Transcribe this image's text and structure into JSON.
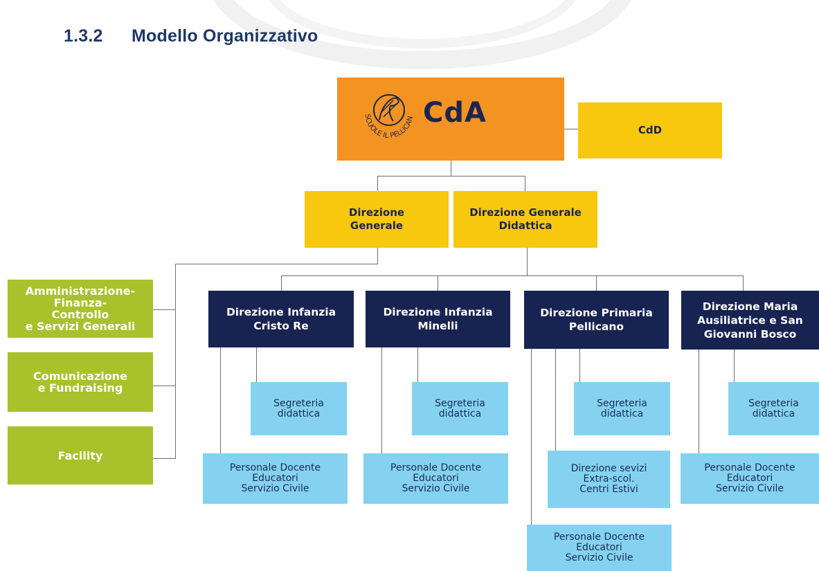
{
  "heading": {
    "number": "1.3.2",
    "title": "Modello Organizzativo"
  },
  "colors": {
    "orange": "#f39322",
    "yellow": "#f8c80f",
    "navy": "#172351",
    "green": "#a9c12b",
    "light_blue": "#84d2f0",
    "heading": "#1f3863"
  },
  "cda": {
    "label": "CdA",
    "logo_text": "SCUOLE IL PELLICANO",
    "logo_icon": "pelican-logo-icon"
  },
  "cdd": "CdD",
  "direzione_generale": "Direzione\nGenerale",
  "direzione_generale_didattica": "Direzione Generale\nDidattica",
  "services": [
    "Amministrazione-\nFinanza-\nControllo\ne Servizi Generali",
    "Comunicazione\ne Fundraising",
    "Facility"
  ],
  "directions": [
    {
      "title": "Direzione Infanzia\nCristo Re",
      "segreteria": "Segreteria\ndidattica",
      "personale": "Personale Docente\nEducatori\nServizio Civile"
    },
    {
      "title": "Direzione Infanzia\nMinelli",
      "segreteria": "Segreteria\ndidattica",
      "personale": "Personale Docente\nEducatori\nServizio Civile"
    },
    {
      "title": "Direzione Primaria\nPellicano",
      "segreteria": "Segreteria\ndidattica",
      "extra": "Direzione sevizi\nExtra-scol.\nCentri Estivi",
      "personale": "Personale Docente\nEducatori\nServizio Civile"
    },
    {
      "title": "Direzione Maria\nAusiliatrice e San\nGiovanni Bosco",
      "segreteria": "Segreteria\ndidattica",
      "personale": "Personale Docente\nEducatori\nServizio Civile"
    }
  ]
}
